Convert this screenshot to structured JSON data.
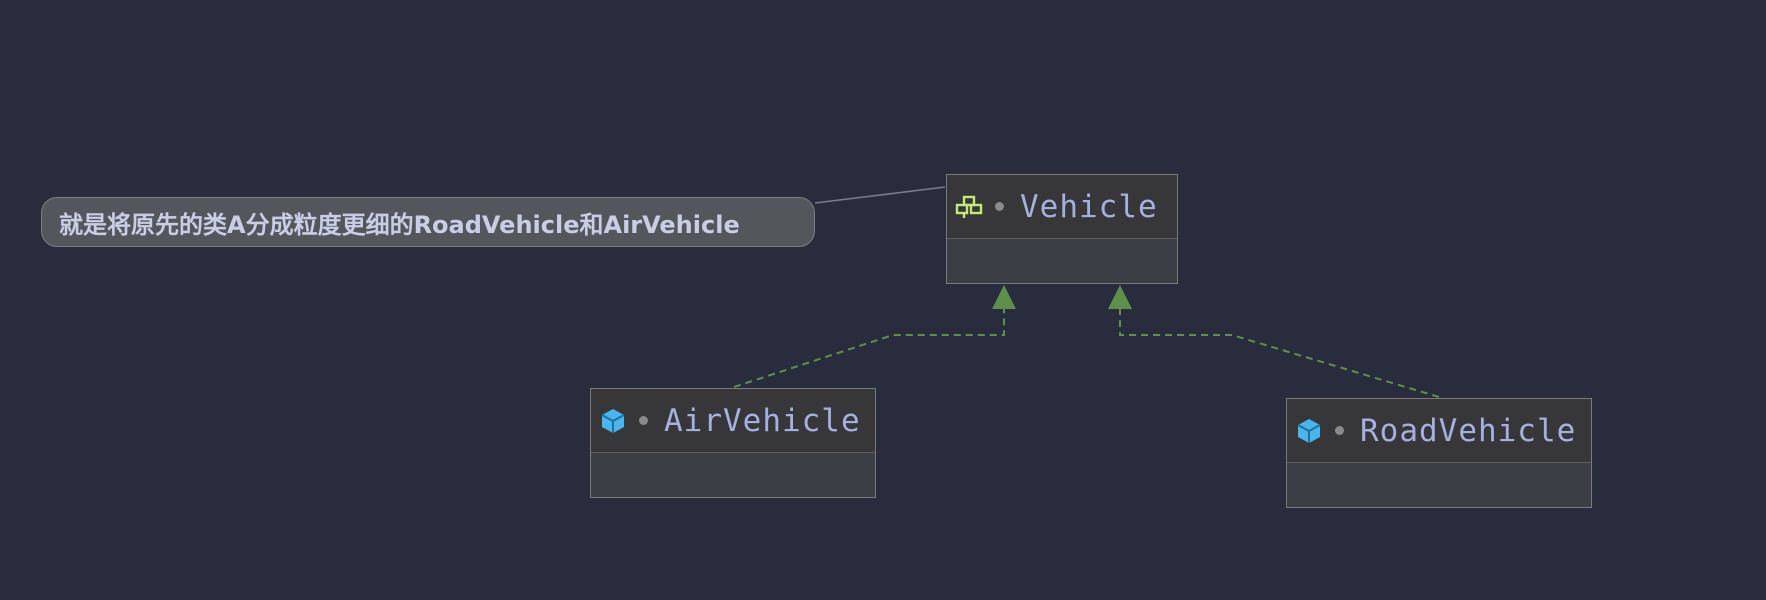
{
  "diagram": {
    "note": {
      "text": "就是将原先的类A分成粒度更细的RoadVehicle和AirVehicle"
    },
    "classes": {
      "vehicle": {
        "name": "Vehicle",
        "icon": "interface-icon",
        "visibility": "•"
      },
      "air_vehicle": {
        "name": "AirVehicle",
        "icon": "class-icon",
        "visibility": "•"
      },
      "road_vehicle": {
        "name": "RoadVehicle",
        "icon": "class-icon",
        "visibility": "•"
      }
    },
    "relations": [
      {
        "from": "AirVehicle",
        "to": "Vehicle",
        "type": "realization"
      },
      {
        "from": "RoadVehicle",
        "to": "Vehicle",
        "type": "realization"
      }
    ],
    "colors": {
      "background": "#292c3c",
      "class_border": "#7a7a7a",
      "class_header": "#37373a",
      "class_body": "#3b3f45",
      "class_name": "#a6b0e0",
      "relation": "#5f8f4e",
      "note_fill": "#53575c",
      "note_text": "#c9cde6",
      "interface_icon": "#c6e87b",
      "class_icon": "#4ab5ec"
    }
  }
}
